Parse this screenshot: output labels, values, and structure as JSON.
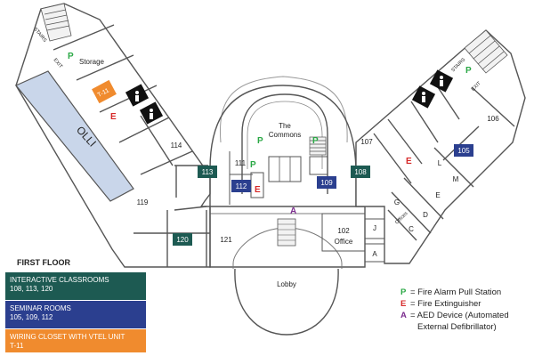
{
  "legend": {
    "floor_title": "FIRST FLOOR",
    "interactive": {
      "title": "INTERACTIVE CLASSROOMS",
      "rooms": "108, 113, 120",
      "color": "#1d5a52"
    },
    "seminar": {
      "title": "SEMINAR ROOMS",
      "rooms": "105, 109, 112",
      "color": "#2b3f8f"
    },
    "wiring": {
      "title": "WIRING CLOSET WITH VTEL UNIT",
      "rooms": "T-11",
      "color": "#f08b2e"
    }
  },
  "key": {
    "fire_alarm": {
      "letter": "P",
      "text": "= Fire Alarm Pull Station",
      "color": "#2aa845"
    },
    "extinguisher": {
      "letter": "E",
      "text": "= Fire Extinguisher",
      "color": "#d62828"
    },
    "aed": {
      "letter": "A",
      "text": "= AED Device (Automated",
      "text2": "External Defibrillator)",
      "color": "#7b2d8e"
    }
  },
  "rooms": {
    "storage": "Storage",
    "olli": "OLLI",
    "r114": "114",
    "r113": "113",
    "r119": "119",
    "r120": "120",
    "r121": "121",
    "r111": "111",
    "r112": "112",
    "commons1": "The",
    "commons2": "Commons",
    "r109": "109",
    "r108": "108",
    "r107": "107",
    "r106": "106",
    "r105": "105",
    "L": "L",
    "M": "M",
    "E": "E",
    "G": "G",
    "D": "D",
    "C": "C",
    "offices": "Offices",
    "J": "J",
    "A": "A",
    "r102": "102",
    "office": "Office",
    "lobby": "Lobby",
    "t11": "T-11",
    "stairs_left": "STAIRS",
    "exit_left": "EXIT",
    "stairs_right": "STAIRS",
    "exit_right": "EXIT"
  },
  "markers": {
    "p": "P",
    "e": "E",
    "a": "A"
  }
}
